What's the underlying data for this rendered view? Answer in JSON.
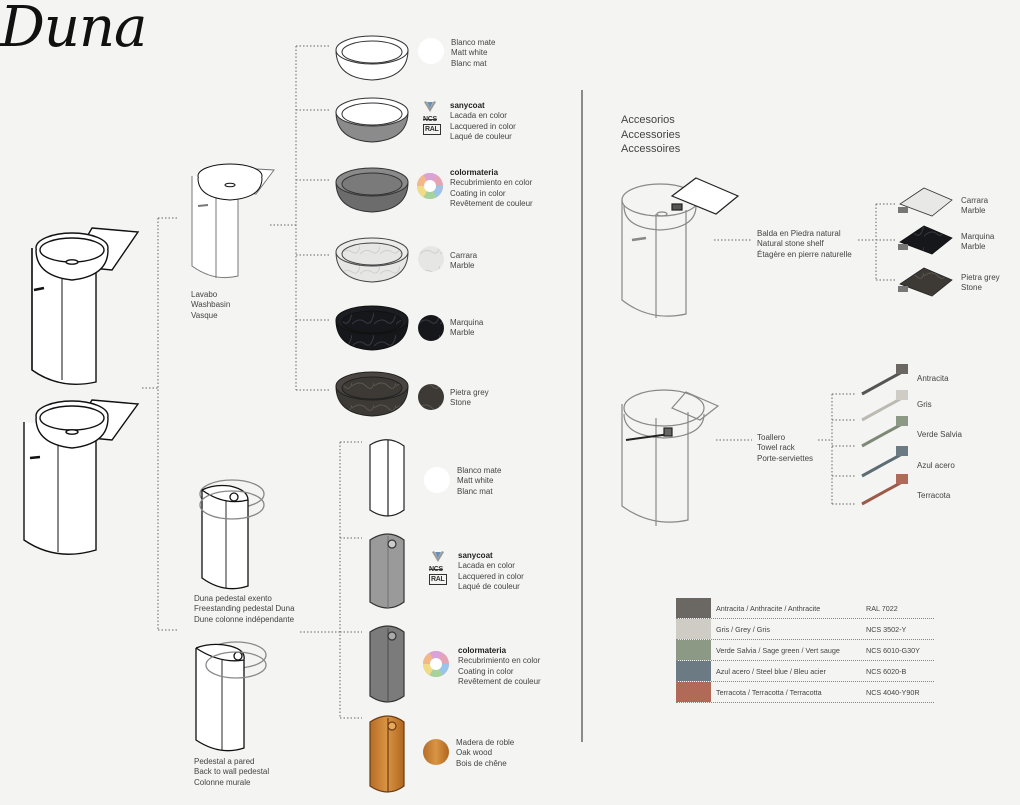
{
  "title": "Duna",
  "washbasin_label": [
    "Lavabo",
    "Washbasin",
    "Vasque"
  ],
  "freestanding_label": [
    "Duna pedestal exento",
    "Freestanding pedestal Duna",
    "Dune colonne indépendante"
  ],
  "backwall_label": [
    "Pedestal a pared",
    "Back to wall pedestal",
    "Colonne murale"
  ],
  "basin_finishes": [
    {
      "lines": [
        "Blanco mate",
        "Matt white",
        "Blanc mat"
      ]
    },
    {
      "brand": "sanycoat",
      "lines": [
        "Lacada en color",
        "Lacquered in color",
        "Laqué de couleur"
      ]
    },
    {
      "brand": "colormateria",
      "lines": [
        "Recubrimiento en color",
        "Coating in color",
        "Revêtement de couleur"
      ]
    },
    {
      "lines": [
        "Carrara",
        "Marble"
      ]
    },
    {
      "lines": [
        "Marquina",
        "Marble"
      ]
    },
    {
      "lines": [
        "Pietra grey",
        "Stone"
      ]
    }
  ],
  "pedestal_finishes": [
    {
      "lines": [
        "Blanco mate",
        "Matt white",
        "Blanc mat"
      ]
    },
    {
      "brand": "sanycoat",
      "lines": [
        "Lacada en color",
        "Lacquered in color",
        "Laqué de couleur"
      ]
    },
    {
      "brand": "colormateria",
      "lines": [
        "Recubrimiento en color",
        "Coating in color",
        "Revêtement de couleur"
      ]
    },
    {
      "lines": [
        "Madera de roble",
        "Oak wood",
        "Bois de chêne"
      ]
    }
  ],
  "accessories_title": [
    "Accesorios",
    "Accessories",
    "Accessoires"
  ],
  "shelf_label": [
    "Balda en Piedra natural",
    "Natural stone shelf",
    "Étagère en pierre naturelle"
  ],
  "shelf_options": [
    {
      "lines": [
        "Carrara",
        "Marble"
      ]
    },
    {
      "lines": [
        "Marquina",
        "Marble"
      ]
    },
    {
      "lines": [
        "Pietra grey",
        "Stone"
      ]
    }
  ],
  "towel_label": [
    "Toallero",
    "Towel rack",
    "Porte-serviettes"
  ],
  "towel_options": [
    "Antracita",
    "Gris",
    "Verde Salvia",
    "Azul acero",
    "Terracota"
  ],
  "ncs_icon_text": "NCS",
  "ral_icon_text": "RAL",
  "color_legend": [
    {
      "name": "Antracita / Anthracite / Anthracite",
      "code": "RAL 7022",
      "color": "#6b6863"
    },
    {
      "name": "Gris / Grey / Gris",
      "code": "NCS 3502-Y",
      "color": "#cfccc5"
    },
    {
      "name": "Verde Salvia / Sage green / Vert sauge",
      "code": "NCS 6010-G30Y",
      "color": "#8c9a85"
    },
    {
      "name": "Azul acero / Steel blue / Bleu acier",
      "code": "NCS 6020-B",
      "color": "#6c7b83"
    },
    {
      "name": "Terracota / Terracotta / Terracotta",
      "code": "NCS 4040-Y90R",
      "color": "#b06a57"
    }
  ]
}
